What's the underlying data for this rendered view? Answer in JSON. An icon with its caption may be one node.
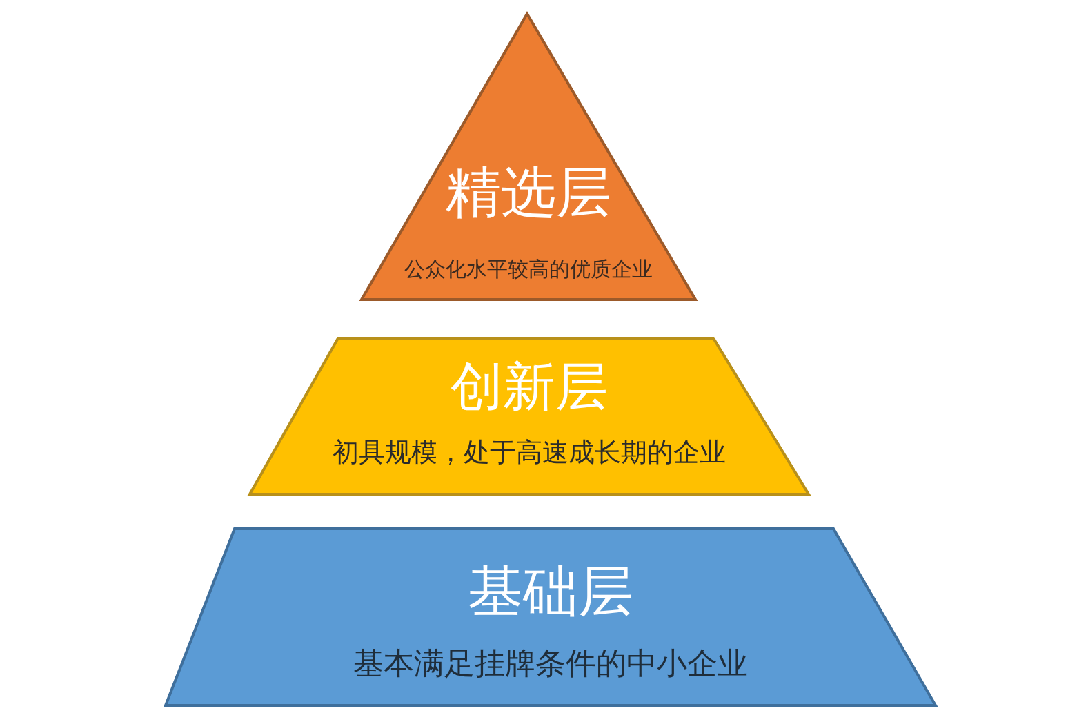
{
  "diagram": {
    "nodes": [
      {
        "text": [
          "精选层",
          "公众化水平较高的优质企业"
        ]
      },
      {
        "text": [
          "创新层",
          "初具规模，处于高速成长期的企业"
        ]
      },
      {
        "text": [
          "基础层",
          "基本满足挂牌条件的中小企业"
        ]
      }
    ]
  }
}
